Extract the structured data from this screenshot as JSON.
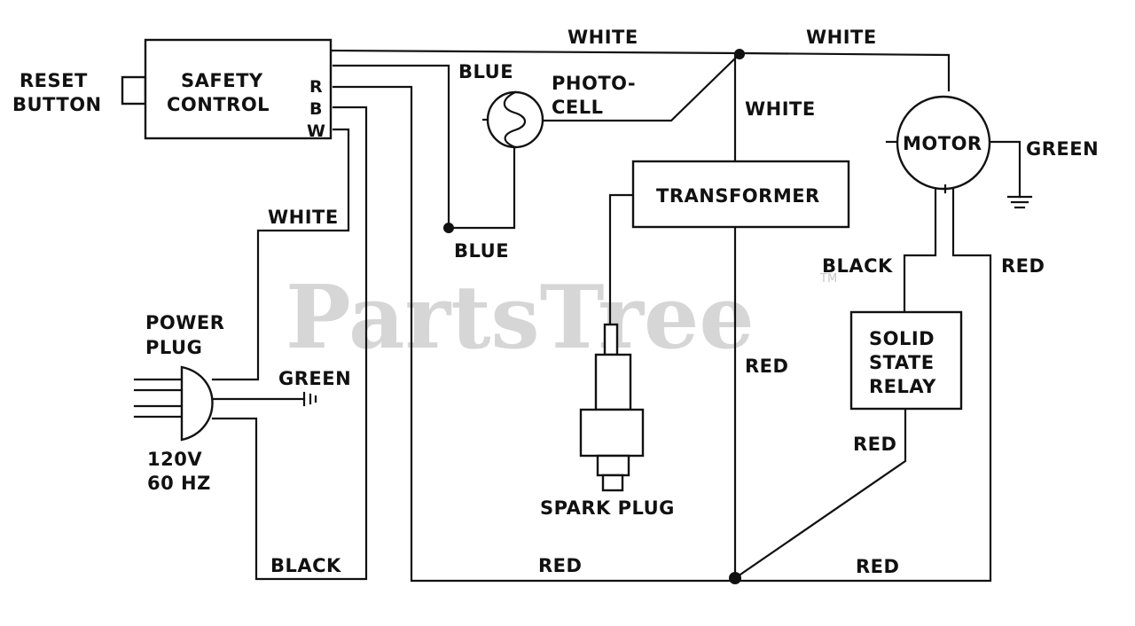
{
  "diagram": {
    "watermark": "PartsTree",
    "watermark_tm": "TM",
    "components": {
      "reset_button": [
        "RESET",
        "BUTTON"
      ],
      "safety_control": [
        "SAFETY",
        "CONTROL"
      ],
      "terminal_r": "R",
      "terminal_b": "B",
      "terminal_w": "W",
      "photocell": [
        "PHOTO-",
        "CELL"
      ],
      "transformer": "TRANSFORMER",
      "motor": "MOTOR",
      "solid_state_relay": [
        "SOLID",
        "STATE",
        "RELAY"
      ],
      "spark_plug": "SPARK PLUG",
      "power_plug": [
        "POWER",
        "PLUG"
      ],
      "power_rating": [
        "120V",
        "60 HZ"
      ]
    },
    "wires": {
      "white_top_left": "WHITE",
      "white_top_right": "WHITE",
      "white_vertical": "WHITE",
      "white_plug": "WHITE",
      "blue_upper": "BLUE",
      "blue_lower": "BLUE",
      "green_motor": "GREEN",
      "green_plug": "GREEN",
      "black_relay": "BLACK",
      "black_plug": "BLACK",
      "red_motor": "RED",
      "red_transformer": "RED",
      "red_relay": "RED",
      "red_bottom_left": "RED",
      "red_bottom_right": "RED"
    },
    "colors": {
      "ink": "#111111",
      "watermark": "#d6d6d6",
      "background": "#ffffff"
    }
  }
}
